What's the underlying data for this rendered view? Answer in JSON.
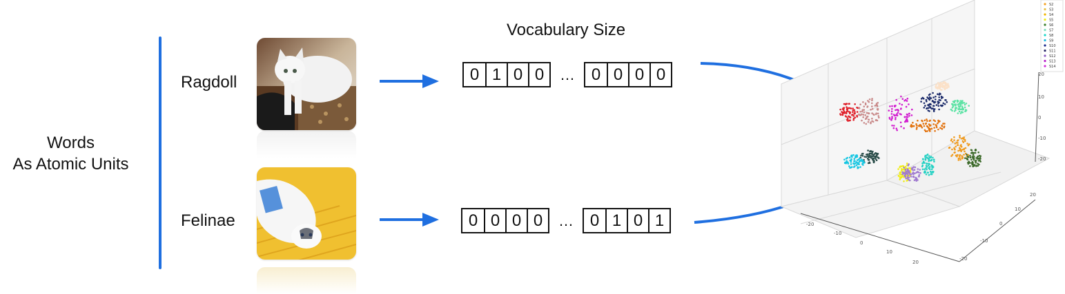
{
  "left_title": {
    "line1": "Words",
    "line2": "As Atomic Units"
  },
  "vocab_title": "Vocabulary Size",
  "words": [
    {
      "label": "Ragdoll",
      "left_bits": [
        "0",
        "1",
        "0",
        "0"
      ],
      "right_bits": [
        "0",
        "0",
        "0",
        "0"
      ]
    },
    {
      "label": "Felinae",
      "left_bits": [
        "0",
        "0",
        "0",
        "0"
      ],
      "right_bits": [
        "0",
        "1",
        "0",
        "1"
      ]
    }
  ],
  "ellipsis": "…",
  "colors": {
    "accent_blue": "#1f6fe0"
  },
  "scatter": {
    "x_ticks": [
      "-20",
      "-10",
      "0",
      "10",
      "20"
    ],
    "y_ticks": [
      "20",
      "10",
      "0",
      "-10",
      "-20"
    ],
    "z_ticks": [
      "20",
      "10",
      "0",
      "-10",
      "-20"
    ],
    "legend": [
      "S2",
      "S3",
      "S4",
      "S5",
      "S6",
      "S7",
      "S8",
      "S9",
      "S10",
      "S11",
      "S12",
      "S13",
      "S14"
    ],
    "legend_colors": [
      "#f4a020",
      "#e6c14a",
      "#f1b500",
      "#ecec1a",
      "#3a7d2a",
      "#7fe0c0",
      "#19d6c8",
      "#1fb9e0",
      "#1b2a8c",
      "#2b2b6a",
      "#8b5cc4",
      "#b51fc9",
      "#cf2fd8"
    ]
  }
}
